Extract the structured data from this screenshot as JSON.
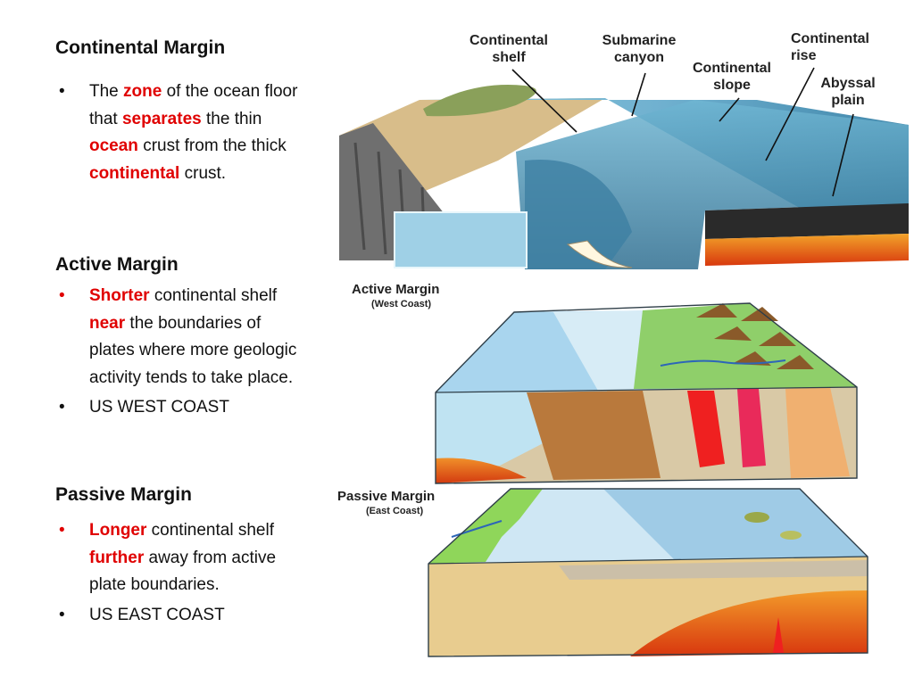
{
  "sections": {
    "continental": {
      "heading": "Continental Margin",
      "b1": {
        "t1": "The ",
        "h1": "zone",
        "t2": " of the ocean floor that ",
        "h2": "separates",
        "t3": " the thin ",
        "h3": "ocean",
        "t4": " crust from the thick ",
        "h4": "continental",
        "t5": " crust."
      }
    },
    "active": {
      "heading": "Active Margin",
      "b1": {
        "h1": "Shorter",
        "t1": " continental shelf ",
        "h2": "near",
        "t2": " the boundaries of plates where more geologic activity tends to take place."
      },
      "b2": "US WEST COAST"
    },
    "passive": {
      "heading": "Passive Margin",
      "b1": {
        "h1": "Longer",
        "t1": " continental shelf ",
        "h2": "further",
        "t2": " away from active plate boundaries."
      },
      "b2": "US EAST COAST"
    }
  },
  "bullet_glyph": "•",
  "diagrams": {
    "top": {
      "labels": {
        "shelf_1": "Continental",
        "shelf_2": "shelf",
        "canyon_1": "Submarine",
        "canyon_2": "canyon",
        "slope_1": "Continental",
        "slope_2": "slope",
        "rise_1": "Continental",
        "rise_2": "rise",
        "abyssal_1": "Abyssal",
        "abyssal_2": "plain"
      }
    },
    "active": {
      "title": "Active Margin",
      "subtitle": "(West Coast)"
    },
    "passive": {
      "title": "Passive Margin",
      "subtitle": "(East Coast)"
    }
  },
  "colors": {
    "highlight": "#e00000",
    "ocean_light": "#bfe3f2",
    "ocean_mid": "#8fc8e0",
    "ocean_deep": "#4f8fb0",
    "sediment": "#e3c48a",
    "mantle": "#e24a10",
    "land_green": "#8cd26a",
    "rock_brown": "#b0703a"
  }
}
